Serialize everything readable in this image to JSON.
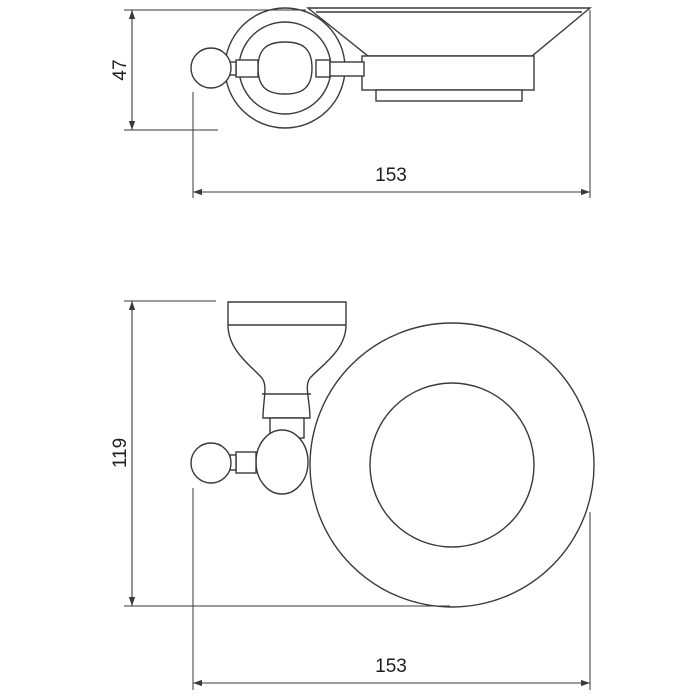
{
  "top_view": {
    "height_dimension": "47",
    "width_dimension": "153"
  },
  "front_view": {
    "height_dimension": "119",
    "width_dimension": "153"
  }
}
